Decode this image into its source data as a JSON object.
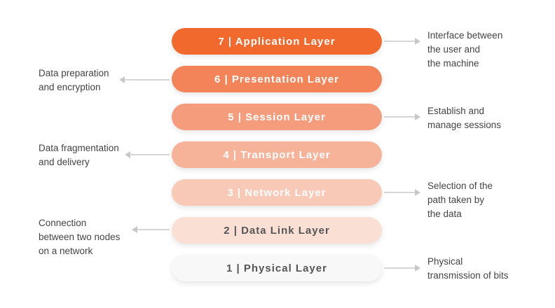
{
  "layers": [
    {
      "label": "7 | Application Layer",
      "color": "#f2692d",
      "text_color": "light"
    },
    {
      "label": "6 | Presentation Layer",
      "color": "#f3845a",
      "text_color": "light"
    },
    {
      "label": "5 | Session Layer",
      "color": "#f49c7b",
      "text_color": "light"
    },
    {
      "label": "4 | Transport Layer",
      "color": "#f6b39a",
      "text_color": "light"
    },
    {
      "label": "3 | Network Layer",
      "color": "#f8c9b6",
      "text_color": "light"
    },
    {
      "label": "2 | Data Link Layer",
      "color": "#fae0d4",
      "text_color": "dark"
    },
    {
      "label": "1 | Physical Layer",
      "color": "#f8f8f8",
      "text_color": "dark"
    }
  ],
  "annotations": {
    "application": "Interface between\nthe user and\nthe machine",
    "presentation": "Data preparation\nand encryption",
    "session": "Establish and\nmanage sessions",
    "transport": "Data fragmentation\nand delivery",
    "network": "Selection of the\npath taken by\nthe data",
    "data_link": "Connection\nbetween two nodes\non a network",
    "physical": "Physical\ntransmission of bits"
  },
  "colors": {
    "arrow": "#c8c8c8",
    "note_text": "#444444"
  }
}
